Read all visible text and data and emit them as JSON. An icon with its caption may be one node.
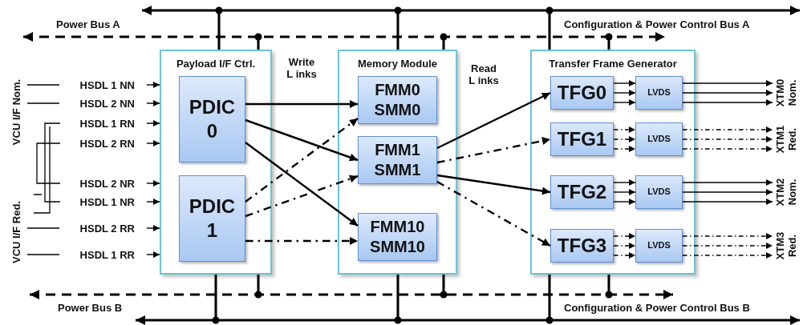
{
  "diagram": {
    "nodes": [
      {
        "text": [
          "Payload I/F Ctrl."
        ]
      },
      {
        "text": [
          "PDIC 0"
        ],
        "in": 0
      },
      {
        "text": [
          "PDIC 1"
        ],
        "in": 0
      },
      {
        "text": [
          "Memory Module"
        ]
      },
      {
        "text": [
          "FMM0 SMM0"
        ],
        "in": 3
      },
      {
        "text": [
          "FMM1 SMM1"
        ],
        "in": 3
      },
      {
        "text": [
          "FMM10 SMM10"
        ],
        "in": 3
      },
      {
        "text": [
          "Transfer Frame Generator"
        ]
      },
      {
        "text": [
          "TFG0"
        ],
        "in": 7
      },
      {
        "text": [
          "LVDS"
        ],
        "in": 7
      },
      {
        "text": [
          "TFG1"
        ],
        "in": 7
      },
      {
        "text": [
          "LVDS"
        ],
        "in": 7
      },
      {
        "text": [
          "TFG2"
        ],
        "in": 7
      },
      {
        "text": [
          "LVDS"
        ],
        "in": 7
      },
      {
        "text": [
          "TFG3"
        ],
        "in": 7
      },
      {
        "text": [
          "LVDS"
        ],
        "in": 7
      },
      {
        "text": [
          "HSDL 1 NN"
        ]
      },
      {
        "text": [
          "HSDL 2 NN"
        ]
      },
      {
        "text": [
          "HSDL 1 RN"
        ]
      },
      {
        "text": [
          "HSDL 2 RN"
        ]
      },
      {
        "text": [
          "HSDL 2 NR"
        ]
      },
      {
        "text": [
          "HSDL 1 NR"
        ]
      },
      {
        "text": [
          "HSDL 2 RR"
        ]
      },
      {
        "text": [
          "HSDL 1 RR"
        ]
      },
      {
        "text": [
          "XTM0",
          "Nom."
        ]
      },
      {
        "text": [
          "XTM1",
          "Red."
        ]
      },
      {
        "text": [
          "XTM2",
          "Nom."
        ]
      },
      {
        "text": [
          "XTM3",
          "Red."
        ]
      },
      {
        "text": [],
        "shape": "bar",
        "beside": [
          "Configuration & Power Control Bus A"
        ]
      },
      {
        "text": [],
        "shape": "bar",
        "beside": [
          "Power Bus A"
        ]
      },
      {
        "text": [],
        "shape": "bar",
        "beside": [
          "Power Bus B"
        ]
      },
      {
        "text": [],
        "shape": "bar",
        "beside": [
          "Configuration & Power Control Bus B"
        ]
      }
    ],
    "edges": [
      {
        "from": 16,
        "to": 0,
        "arrow": "to"
      },
      {
        "from": 17,
        "to": 0,
        "arrow": "to"
      },
      {
        "from": 18,
        "to": 0,
        "arrow": "to"
      },
      {
        "from": 19,
        "to": 0,
        "arrow": "to"
      },
      {
        "from": 20,
        "to": 0,
        "arrow": "to"
      },
      {
        "from": 21,
        "to": 0,
        "arrow": "to"
      },
      {
        "from": 22,
        "to": 0,
        "arrow": "to"
      },
      {
        "from": 23,
        "to": 0,
        "arrow": "to"
      },
      {
        "from": 1,
        "to": 4,
        "arrow": "to"
      },
      {
        "from": 1,
        "to": 5,
        "arrow": "to"
      },
      {
        "from": 1,
        "to": 6,
        "arrow": "to"
      },
      {
        "from": 2,
        "to": 4,
        "arrow": "to",
        "style": "dashed"
      },
      {
        "from": 2,
        "to": 5,
        "arrow": "to",
        "style": "dashed"
      },
      {
        "from": 2,
        "to": 6,
        "arrow": "to",
        "style": "dashed"
      },
      {
        "from": 5,
        "to": 8,
        "arrow": "to"
      },
      {
        "from": 5,
        "to": 10,
        "arrow": "to",
        "style": "dashed"
      },
      {
        "from": 5,
        "to": 12,
        "arrow": "to"
      },
      {
        "from": 5,
        "to": 14,
        "arrow": "to",
        "style": "dashed"
      },
      {
        "from": 8,
        "to": 9,
        "arrow": "to"
      },
      {
        "from": 8,
        "to": 9,
        "arrow": "to"
      },
      {
        "from": 8,
        "to": 9,
        "arrow": "to"
      },
      {
        "from": 10,
        "to": 11,
        "arrow": "to",
        "style": "dashed"
      },
      {
        "from": 10,
        "to": 11,
        "arrow": "to",
        "style": "dashed"
      },
      {
        "from": 10,
        "to": 11,
        "arrow": "to",
        "style": "dashed"
      },
      {
        "from": 12,
        "to": 13,
        "arrow": "to"
      },
      {
        "from": 12,
        "to": 13,
        "arrow": "to"
      },
      {
        "from": 12,
        "to": 13,
        "arrow": "to"
      },
      {
        "from": 14,
        "to": 15,
        "arrow": "to",
        "style": "dashed"
      },
      {
        "from": 14,
        "to": 15,
        "arrow": "to",
        "style": "dashed"
      },
      {
        "from": 14,
        "to": 15,
        "arrow": "to",
        "style": "dashed"
      },
      {
        "from": 9,
        "to": 24,
        "arrow": "to"
      },
      {
        "from": 9,
        "to": 24,
        "arrow": "to"
      },
      {
        "from": 9,
        "to": 24,
        "arrow": "to"
      },
      {
        "from": 11,
        "to": 25,
        "arrow": "to",
        "style": "dashed"
      },
      {
        "from": 11,
        "to": 25,
        "arrow": "to",
        "style": "dashed"
      },
      {
        "from": 11,
        "to": 25,
        "arrow": "to",
        "style": "dashed"
      },
      {
        "from": 13,
        "to": 26,
        "arrow": "to"
      },
      {
        "from": 13,
        "to": 26,
        "arrow": "to"
      },
      {
        "from": 13,
        "to": 26,
        "arrow": "to"
      },
      {
        "from": 15,
        "to": 27,
        "arrow": "to",
        "style": "dashed"
      },
      {
        "from": 15,
        "to": 27,
        "arrow": "to",
        "style": "dashed"
      },
      {
        "from": 15,
        "to": 27,
        "arrow": "to",
        "style": "dashed"
      },
      {
        "from": 28,
        "to": 0,
        "arrow": "none",
        "style": "thick"
      },
      {
        "from": 28,
        "to": 3,
        "arrow": "none",
        "style": "thick"
      },
      {
        "from": 28,
        "to": 7,
        "arrow": "none",
        "style": "thick"
      },
      {
        "from": 29,
        "to": 0,
        "arrow": "none",
        "style": "thick"
      },
      {
        "from": 29,
        "to": 3,
        "arrow": "none",
        "style": "thick"
      },
      {
        "from": 29,
        "to": 7,
        "arrow": "none",
        "style": "thick"
      },
      {
        "from": 30,
        "to": 0,
        "arrow": "none",
        "style": "thick"
      },
      {
        "from": 30,
        "to": 3,
        "arrow": "none",
        "style": "thick"
      },
      {
        "from": 30,
        "to": 7,
        "arrow": "none",
        "style": "thick"
      },
      {
        "from": 31,
        "to": 0,
        "arrow": "none",
        "style": "thick"
      },
      {
        "from": 31,
        "to": 3,
        "arrow": "none",
        "style": "thick"
      },
      {
        "from": 31,
        "to": 7,
        "arrow": "none",
        "style": "thick"
      }
    ],
    "labels": [
      "VCU I/F Nom.",
      "Write L inks",
      "Read L inks",
      "VCU I/F Red."
    ]
  }
}
